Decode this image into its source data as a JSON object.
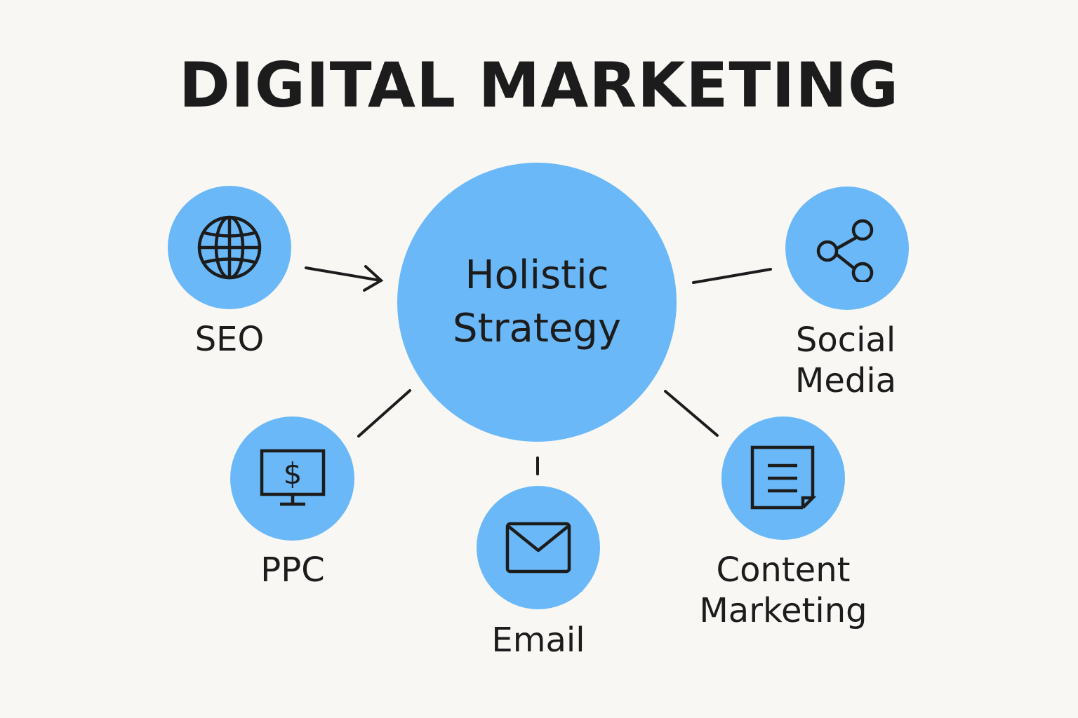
{
  "title": "DIGITAL MARKETING",
  "accent_color": "#6ab8f7",
  "hub": {
    "line1": "Holistic",
    "line2": "Strategy"
  },
  "nodes": {
    "seo": {
      "label": "SEO",
      "icon": "globe-icon"
    },
    "social": {
      "label_line1": "Social",
      "label_line2": "Media",
      "icon": "share-icon"
    },
    "ppc": {
      "label": "PPC",
      "icon": "monitor-dollar-icon"
    },
    "email": {
      "label": "Email",
      "icon": "envelope-icon"
    },
    "content": {
      "label_line1": "Content",
      "label_line2": "Marketing",
      "icon": "document-icon"
    }
  }
}
